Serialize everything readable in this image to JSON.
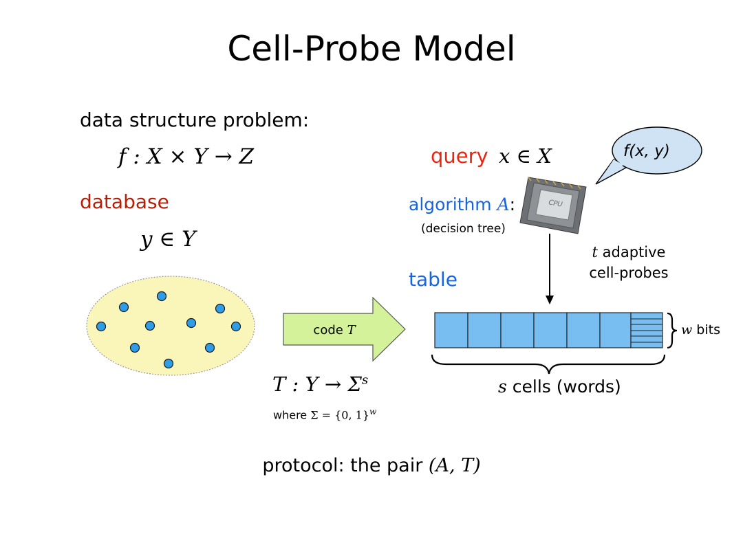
{
  "title": "Cell-Probe Model",
  "problem": {
    "label": "data structure problem:",
    "formula": "f : X × Y → Z"
  },
  "database": {
    "label": "database",
    "formula": "y ∈ Y",
    "dot_color": "#2e9ce6"
  },
  "query": {
    "word": "query",
    "formula": "x ∈ X"
  },
  "bubble": {
    "text": "f(x, y)"
  },
  "cpu": {
    "chip_label": "CPU"
  },
  "algorithm": {
    "word": "algorithm",
    "symbol": "A",
    "colon": ":",
    "note": "(decision tree)"
  },
  "probes": {
    "symbol": "t",
    "line1": " adaptive",
    "line2": "cell-probes"
  },
  "table": {
    "label": "table",
    "cell_color": "#78bef0",
    "w_symbol": "w",
    "w_unit": " bits",
    "s_symbol": "s",
    "count_text": " cells (words)"
  },
  "code": {
    "word": "code ",
    "symbol": "T",
    "arrow_color": "#d3f29a"
  },
  "mapping": {
    "formula": "T : Y → Σ",
    "sup": "s",
    "where_word": "where ",
    "where_formula": "Σ = {0, 1}",
    "where_sup": "w"
  },
  "protocol": {
    "label": "protocol:  the pair ",
    "pair": "(A, T)"
  },
  "colors": {
    "red": "#e8260f",
    "dark_red": "#b32008",
    "blue": "#1665e3",
    "ellipse_fill": "#faf5b9"
  }
}
